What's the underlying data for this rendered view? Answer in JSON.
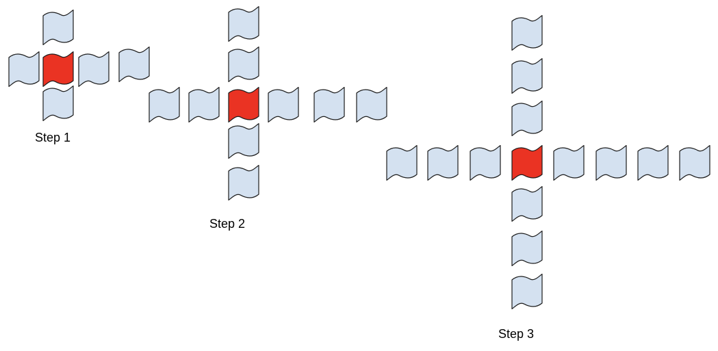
{
  "colors": {
    "tile_fill": "#d4e1f0",
    "center_fill": "#ea3323",
    "stroke": "#1c1c1c",
    "background": "#ffffff"
  },
  "steps": [
    {
      "label": "Step 1",
      "tiles": [
        {
          "kind": "center"
        },
        {
          "kind": "neighbor"
        },
        {
          "kind": "neighbor"
        },
        {
          "kind": "neighbor"
        },
        {
          "kind": "neighbor"
        },
        {
          "kind": "neighbor"
        }
      ]
    },
    {
      "label": "Step 2",
      "tiles": [
        {
          "kind": "center"
        },
        {
          "kind": "neighbor"
        },
        {
          "kind": "neighbor"
        },
        {
          "kind": "neighbor"
        },
        {
          "kind": "neighbor"
        },
        {
          "kind": "neighbor"
        },
        {
          "kind": "neighbor"
        },
        {
          "kind": "neighbor"
        },
        {
          "kind": "neighbor"
        },
        {
          "kind": "neighbor"
        }
      ]
    },
    {
      "label": "Step 3",
      "tiles": [
        {
          "kind": "center"
        },
        {
          "kind": "neighbor"
        },
        {
          "kind": "neighbor"
        },
        {
          "kind": "neighbor"
        },
        {
          "kind": "neighbor"
        },
        {
          "kind": "neighbor"
        },
        {
          "kind": "neighbor"
        },
        {
          "kind": "neighbor"
        },
        {
          "kind": "neighbor"
        },
        {
          "kind": "neighbor"
        },
        {
          "kind": "neighbor"
        },
        {
          "kind": "neighbor"
        },
        {
          "kind": "neighbor"
        },
        {
          "kind": "neighbor"
        }
      ]
    }
  ]
}
